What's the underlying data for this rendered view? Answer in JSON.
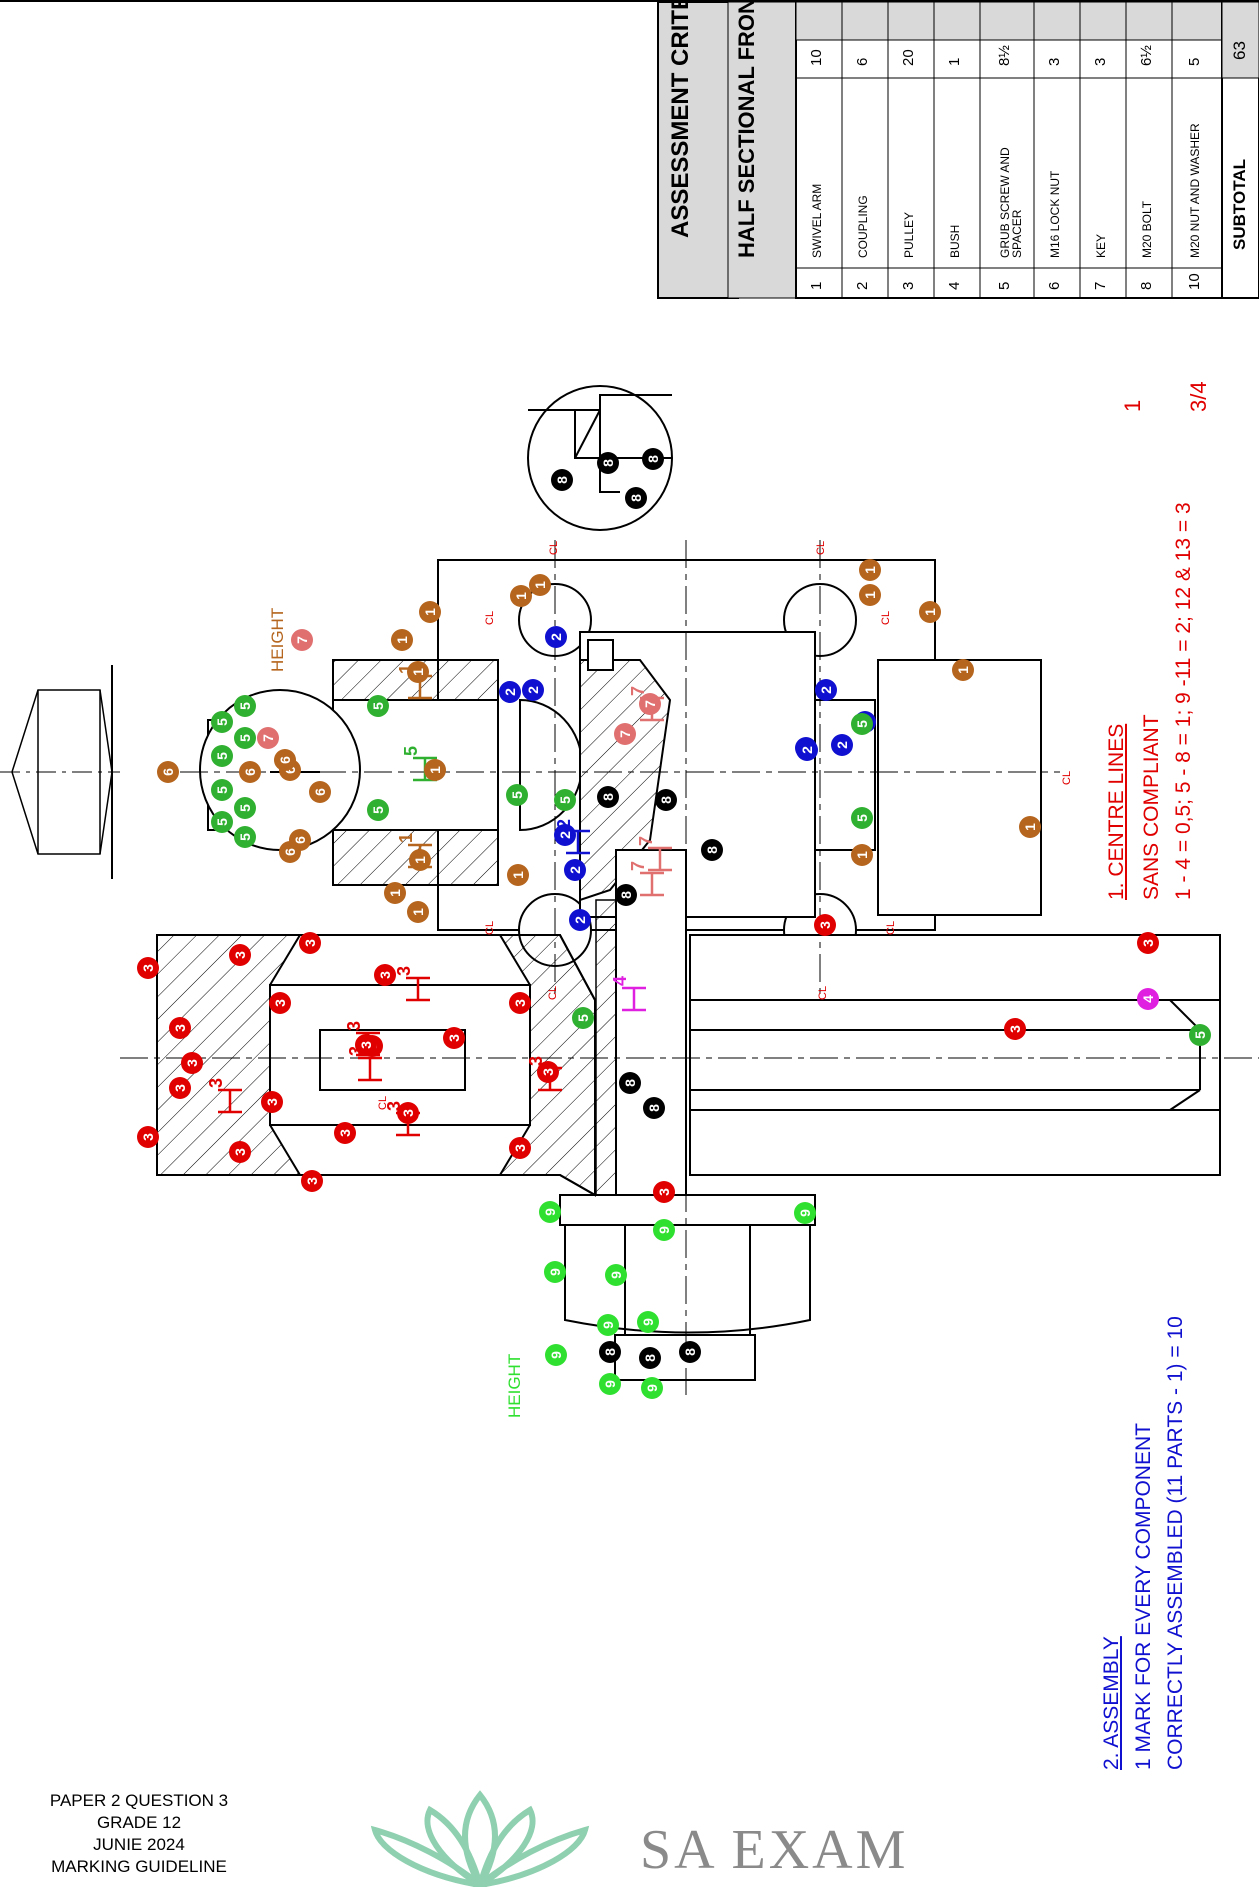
{
  "table": {
    "title": "ASSESSMENT CRITERIA",
    "subtitle": "HALF SECTIONAL FRONT VIEW",
    "rows": [
      {
        "no": "1",
        "item": "SWIVEL ARM",
        "mark": "10"
      },
      {
        "no": "2",
        "item": "COUPLING",
        "mark": "6"
      },
      {
        "no": "3",
        "item": "PULLEY",
        "mark": "20"
      },
      {
        "no": "4",
        "item": "BUSH",
        "mark": "1"
      },
      {
        "no": "5",
        "item": "GRUB SCREW AND SPACER",
        "mark": "8½"
      },
      {
        "no": "6",
        "item": "M16 LOCK NUT",
        "mark": "3"
      },
      {
        "no": "7",
        "item": "KEY",
        "mark": "3"
      },
      {
        "no": "8",
        "item": "M20 BOLT",
        "mark": "6½"
      },
      {
        "no": "10",
        "item": "M20 NUT AND WASHER",
        "mark": "5"
      }
    ],
    "subtotal_label": "SUBTOTAL",
    "subtotal_value": "63"
  },
  "notes": {
    "centre_lines_title": "1. CENTRE LINES",
    "centre_lines_sub": "SANS COMPLIANT",
    "centre_lines_rule": "1 - 4 = 0,5; 5 - 8 = 1; 9 -11 = 2; 12 & 13 = 3",
    "centre_lines_total": "1",
    "centre_lines_frac": "3/4",
    "assembly_title": "2. ASSEMBLY",
    "assembly_line1": "1 MARK FOR EVERY COMPONENT",
    "assembly_line2": "CORRECTLY ASSEMBLED (11 PARTS - 1) = 10"
  },
  "labels": {
    "height_1": "HEIGHT",
    "height_2": "HEIGHT",
    "cl": "CL"
  },
  "footer": {
    "line1": "PAPER 2 QUESTION 3",
    "line2": "GRADE 12",
    "line3": "JUNIE 2024",
    "line4": "MARKING GUIDELINE",
    "brand": "SA EXAM"
  },
  "colors": {
    "part1": "#b5651d",
    "part2": "#1010d0",
    "part3": "#e00000",
    "part4": "#e020e0",
    "part5": "#30b030",
    "part6": "#b5651d",
    "part7": "#e07070",
    "part8": "#000000",
    "part9": "#30e030",
    "note_red": "#e00000",
    "note_blue": "#1010d0"
  },
  "markers": [
    {
      "n": "1",
      "c": "part1"
    },
    {
      "n": "1",
      "c": "part1"
    },
    {
      "n": "1",
      "c": "part1"
    },
    {
      "n": "1",
      "c": "part1"
    },
    {
      "n": "1",
      "c": "part1"
    },
    {
      "n": "1",
      "c": "part1"
    },
    {
      "n": "1",
      "c": "part1"
    },
    {
      "n": "1",
      "c": "part1"
    },
    {
      "n": "1",
      "c": "part1"
    },
    {
      "n": "1",
      "c": "part1"
    },
    {
      "n": "1",
      "c": "part1"
    },
    {
      "n": "1",
      "c": "part1"
    },
    {
      "n": "1",
      "c": "part1"
    },
    {
      "n": "1",
      "c": "part1"
    },
    {
      "n": "1",
      "c": "part1"
    },
    {
      "n": "1",
      "c": "part1"
    },
    {
      "n": "2",
      "c": "part2"
    },
    {
      "n": "2",
      "c": "part2"
    },
    {
      "n": "2",
      "c": "part2"
    },
    {
      "n": "2",
      "c": "part2"
    },
    {
      "n": "2",
      "c": "part2"
    },
    {
      "n": "2",
      "c": "part2"
    },
    {
      "n": "2",
      "c": "part2"
    },
    {
      "n": "2",
      "c": "part2"
    },
    {
      "n": "2",
      "c": "part2"
    },
    {
      "n": "2",
      "c": "part2"
    },
    {
      "n": "2",
      "c": "part2"
    },
    {
      "n": "3",
      "c": "part3"
    },
    {
      "n": "3",
      "c": "part3"
    },
    {
      "n": "3",
      "c": "part3"
    },
    {
      "n": "3",
      "c": "part3"
    },
    {
      "n": "3",
      "c": "part3"
    },
    {
      "n": "3",
      "c": "part3"
    },
    {
      "n": "3",
      "c": "part3"
    },
    {
      "n": "3",
      "c": "part3"
    },
    {
      "n": "3",
      "c": "part3"
    },
    {
      "n": "3",
      "c": "part3"
    },
    {
      "n": "3",
      "c": "part3"
    },
    {
      "n": "3",
      "c": "part3"
    },
    {
      "n": "3",
      "c": "part3"
    },
    {
      "n": "3",
      "c": "part3"
    },
    {
      "n": "3",
      "c": "part3"
    },
    {
      "n": "3",
      "c": "part3"
    },
    {
      "n": "3",
      "c": "part3"
    },
    {
      "n": "3",
      "c": "part3"
    },
    {
      "n": "3",
      "c": "part3"
    },
    {
      "n": "3",
      "c": "part3"
    },
    {
      "n": "3",
      "c": "part3"
    },
    {
      "n": "3",
      "c": "part3"
    },
    {
      "n": "3",
      "c": "part3"
    },
    {
      "n": "3",
      "c": "part3"
    },
    {
      "n": "4",
      "c": "part4"
    },
    {
      "n": "5",
      "c": "part5"
    },
    {
      "n": "5",
      "c": "part5"
    },
    {
      "n": "5",
      "c": "part5"
    },
    {
      "n": "5",
      "c": "part5"
    },
    {
      "n": "5",
      "c": "part5"
    },
    {
      "n": "5",
      "c": "part5"
    },
    {
      "n": "5",
      "c": "part5"
    },
    {
      "n": "5",
      "c": "part5"
    },
    {
      "n": "5",
      "c": "part5"
    },
    {
      "n": "5",
      "c": "part5"
    },
    {
      "n": "5",
      "c": "part5"
    },
    {
      "n": "5",
      "c": "part5"
    },
    {
      "n": "5",
      "c": "part5"
    },
    {
      "n": "5",
      "c": "part5"
    },
    {
      "n": "5",
      "c": "part5"
    },
    {
      "n": "5",
      "c": "part5"
    },
    {
      "n": "6",
      "c": "part6"
    },
    {
      "n": "6",
      "c": "part6"
    },
    {
      "n": "6",
      "c": "part6"
    },
    {
      "n": "6",
      "c": "part6"
    },
    {
      "n": "6",
      "c": "part6"
    },
    {
      "n": "6",
      "c": "part6"
    },
    {
      "n": "6",
      "c": "part6"
    },
    {
      "n": "7",
      "c": "part7"
    },
    {
      "n": "7",
      "c": "part7"
    },
    {
      "n": "7",
      "c": "part7"
    },
    {
      "n": "7",
      "c": "part7"
    },
    {
      "n": "8",
      "c": "part8"
    },
    {
      "n": "8",
      "c": "part8"
    },
    {
      "n": "8",
      "c": "part8"
    },
    {
      "n": "8",
      "c": "part8"
    },
    {
      "n": "8",
      "c": "part8"
    },
    {
      "n": "8",
      "c": "part8"
    },
    {
      "n": "8",
      "c": "part8"
    },
    {
      "n": "8",
      "c": "part8"
    },
    {
      "n": "8",
      "c": "part8"
    },
    {
      "n": "8",
      "c": "part8"
    },
    {
      "n": "8",
      "c": "part8"
    },
    {
      "n": "8",
      "c": "part8"
    },
    {
      "n": "8",
      "c": "part8"
    },
    {
      "n": "9",
      "c": "part9"
    },
    {
      "n": "9",
      "c": "part9"
    },
    {
      "n": "9",
      "c": "part9"
    },
    {
      "n": "9",
      "c": "part9"
    },
    {
      "n": "9",
      "c": "part9"
    },
    {
      "n": "9",
      "c": "part9"
    },
    {
      "n": "9",
      "c": "part9"
    },
    {
      "n": "9",
      "c": "part9"
    },
    {
      "n": "9",
      "c": "part9"
    },
    {
      "n": "9",
      "c": "part9"
    }
  ],
  "height_marks": [
    {
      "n": "1",
      "c": "part1"
    },
    {
      "n": "1",
      "c": "part1"
    },
    {
      "n": "2",
      "c": "part2"
    },
    {
      "n": "3",
      "c": "part3"
    },
    {
      "n": "3",
      "c": "part3"
    },
    {
      "n": "3",
      "c": "part3"
    },
    {
      "n": "3",
      "c": "part3"
    },
    {
      "n": "3",
      "c": "part3"
    },
    {
      "n": "3",
      "c": "part3"
    },
    {
      "n": "4",
      "c": "part4"
    },
    {
      "n": "5",
      "c": "part5"
    },
    {
      "n": "7",
      "c": "part7"
    },
    {
      "n": "7",
      "c": "part7"
    },
    {
      "n": "7",
      "c": "part7"
    }
  ]
}
